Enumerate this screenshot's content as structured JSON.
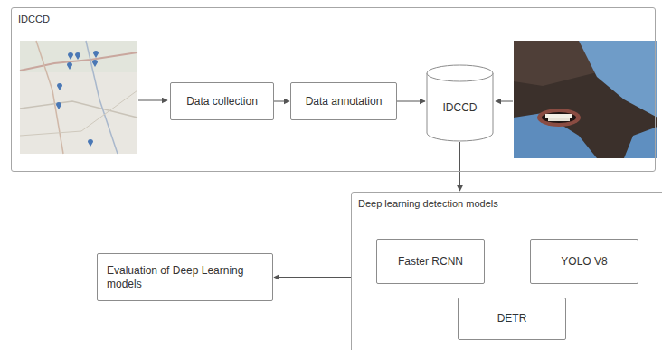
{
  "diagram": {
    "nodes": [
      {
        "text": [
          "IDCCD"
        ]
      },
      {
        "text": [
          "Data collection"
        ],
        "in": 0
      },
      {
        "text": [
          "Data annotation"
        ],
        "in": 0
      },
      {
        "text": [
          "IDCCD"
        ],
        "in": 0
      },
      {
        "text": [
          "Deep learning detection models"
        ]
      },
      {
        "text": [
          "Faster RCNN"
        ],
        "in": 4
      },
      {
        "text": [
          "YOLO V8"
        ],
        "in": 4
      },
      {
        "text": [
          "DETR"
        ],
        "in": 4
      },
      {
        "text": [
          "Evaluation of Deep Learning models"
        ]
      }
    ],
    "edges": [
      {
        "from": 1,
        "to": 2,
        "arrow": "to"
      },
      {
        "from": 2,
        "to": 3,
        "arrow": "to"
      },
      {
        "from": 3,
        "to": 4,
        "arrow": "to"
      },
      {
        "from": 4,
        "to": 8,
        "arrow": "to"
      }
    ]
  }
}
